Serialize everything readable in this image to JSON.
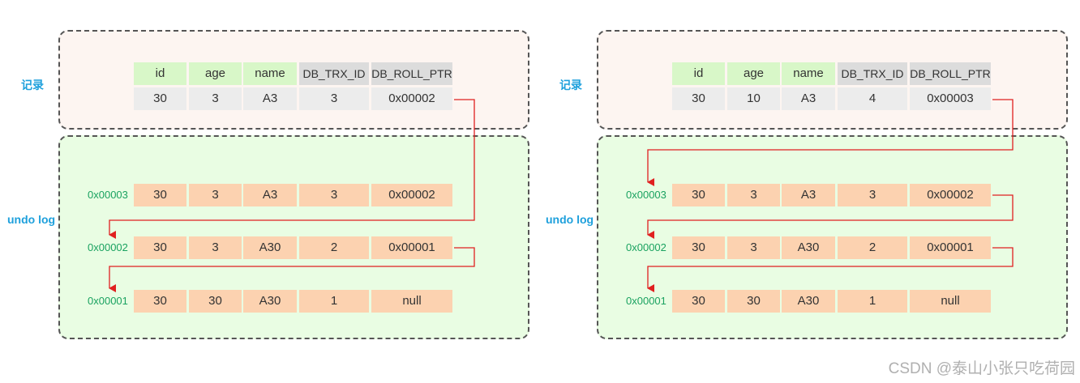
{
  "panels": [
    {
      "record_label": "记录",
      "undo_label": "undo log",
      "columns": [
        "id",
        "age",
        "name",
        "DB_TRX_ID",
        "DB_ROLL_PTR"
      ],
      "record": [
        "30",
        "3",
        "A3",
        "3",
        "0x00002"
      ],
      "undo_rows": [
        {
          "addr": "0x00003",
          "values": [
            "30",
            "3",
            "A3",
            "3",
            "0x00002"
          ]
        },
        {
          "addr": "0x00002",
          "values": [
            "30",
            "3",
            "A30",
            "2",
            "0x00001"
          ]
        },
        {
          "addr": "0x00001",
          "values": [
            "30",
            "30",
            "A30",
            "1",
            "null"
          ]
        }
      ]
    },
    {
      "record_label": "记录",
      "undo_label": "undo log",
      "columns": [
        "id",
        "age",
        "name",
        "DB_TRX_ID",
        "DB_ROLL_PTR"
      ],
      "record": [
        "30",
        "10",
        "A3",
        "4",
        "0x00003"
      ],
      "undo_rows": [
        {
          "addr": "0x00003",
          "values": [
            "30",
            "3",
            "A3",
            "3",
            "0x00002"
          ]
        },
        {
          "addr": "0x00002",
          "values": [
            "30",
            "3",
            "A30",
            "2",
            "0x00001"
          ]
        },
        {
          "addr": "0x00001",
          "values": [
            "30",
            "30",
            "A30",
            "1",
            "null"
          ]
        }
      ]
    }
  ],
  "colors": {
    "header_green": "#d8f7c8",
    "header_grey": "#dcdcdc",
    "record_cell": "#ececec",
    "undo_cell": "#fcd2b0",
    "address": "#1aa260",
    "section_label": "#1ea0dc",
    "arrow": "#e02020"
  },
  "watermark": "CSDN @泰山小张只吃荷园"
}
